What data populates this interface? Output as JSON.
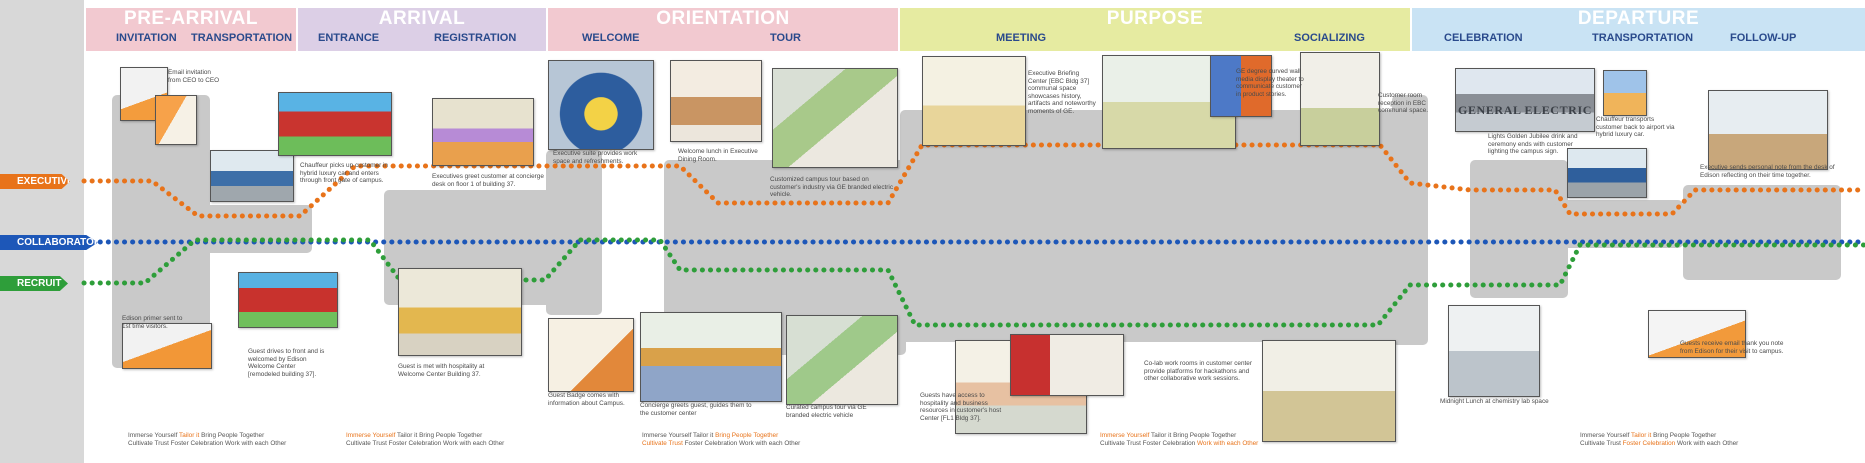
{
  "stages": [
    {
      "title": "PRE-ARRIVAL",
      "color": "#f2c9d0",
      "subs": [
        "INVITATION",
        "TRANSPORTATION"
      ]
    },
    {
      "title": "ARRIVAL",
      "color": "#dccfe6",
      "subs": [
        "ENTRANCE",
        "REGISTRATION"
      ]
    },
    {
      "title": "ORIENTATION",
      "color": "#f2c9d0",
      "subs": [
        "WELCOME",
        "TOUR"
      ]
    },
    {
      "title": "PURPOSE",
      "color": "#e6eba1",
      "subs": [
        "MEETING",
        "SOCIALIZING"
      ]
    },
    {
      "title": "DEPARTURE",
      "color": "#c9e3f4",
      "subs": [
        "CELEBRATION",
        "TRANSPORTATION",
        "FOLLOW-UP"
      ]
    }
  ],
  "lanes": [
    {
      "label": "EXECUTIVE",
      "color": "#e8731a"
    },
    {
      "label": "COLLABORATOR",
      "color": "#1d57b8"
    },
    {
      "label": "RECRUIT",
      "color": "#2e9e3a"
    }
  ],
  "captions": [
    "Email invitation from CEO to CEO",
    "Chauffeur picks up customer in hybrid luxury car and enters through front gate of campus.",
    "Edison primer sent to 1st time visitors.",
    "Guest drives to front and is welcomed by Edison Welcome Center [remodeled building 37].",
    "Executives greet customer at concierge desk on floor 1 of building 37.",
    "Guest is met with hospitality at Welcome Center Building 37.",
    "Executive suite provides work space and refreshments.",
    "Guest Badge comes with information about Campus.",
    "Welcome lunch in Executive Dining Room.",
    "Customized campus tour based on customer's industry via GE branded electric vehicle.",
    "Concierge greets guest, guides them to the customer center",
    "Curated campus tour via GE branded electric vehicle",
    "Executive Briefing Center [EBC Bldg 37] communal space showcases history, artifacts and noteworthy moments of GE.",
    "GE degree curved wall media display theater to communicate customer in product stories.",
    "Guests have access to hospitality and business resources in customer's host Center [FL1 Bldg 37].",
    "Co-lab work rooms in customer center provide platforms for hackathons and other collaborative work sessions.",
    "Customer room reception in EBC communal space.",
    "Lights Golden Jubilee drink and ceremony ends with customer lighting the campus sign.",
    "Midnight Lunch at chemistry lab space",
    "Chauffeur transports customer back to airport via hybrid luxury car.",
    "Executive sends personal note from the desk of Edison reflecting on their time together.",
    "Guests receive email thank you note from Edison for their visit to campus."
  ],
  "footers": [
    {
      "line1": [
        "Immerse Yourself",
        "Tailor it",
        "Bring People Together"
      ],
      "line2": [
        "Cultivate Trust",
        "Foster Celebration",
        "Work with each Other"
      ],
      "highlight": [
        "Tailor it"
      ]
    },
    {
      "line1": [
        "Immerse Yourself",
        "Tailor it",
        "Bring People Together"
      ],
      "line2": [
        "Cultivate Trust",
        "Foster Celebration",
        "Work with each Other"
      ],
      "highlight": [
        "Immerse Yourself"
      ]
    },
    {
      "line1": [
        "Immerse Yourself",
        "Tailor it",
        "Bring People Together"
      ],
      "line2": [
        "Cultivate Trust",
        "Foster Celebration",
        "Work with each Other"
      ],
      "highlight": [
        "Bring People Together",
        "Cultivate Trust"
      ]
    },
    {
      "line1": [
        "Immerse Yourself",
        "Tailor it",
        "Bring People Together"
      ],
      "line2": [
        "Cultivate Trust",
        "Foster Celebration",
        "Work with each Other"
      ],
      "highlight": [
        "Immerse Yourself",
        "Work with each Other"
      ]
    },
    {
      "line1": [
        "Immerse Yourself",
        "Tailor it",
        "Bring People Together"
      ],
      "line2": [
        "Cultivate Trust",
        "Foster Celebration",
        "Work with each Other"
      ],
      "highlight": [
        "Tailor it",
        "Foster Celebration"
      ]
    }
  ],
  "sign_text": "GENERAL ELECTRIC"
}
